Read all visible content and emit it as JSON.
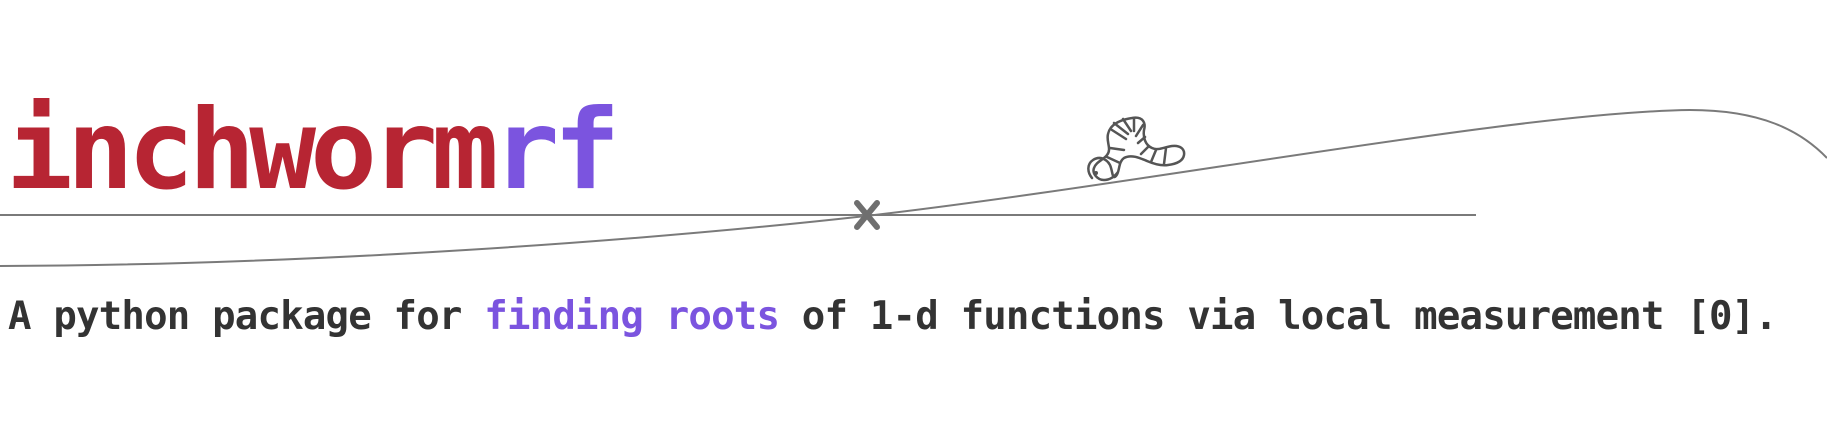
{
  "logo": {
    "name_part1": "inchworm",
    "name_part2": "rf",
    "icon": "inchworm-icon",
    "root_marker_icon": "x-mark-icon"
  },
  "tagline": {
    "prefix": "A python package for ",
    "highlight": "finding roots",
    "suffix": " of 1-d functions via local measurement [0]."
  },
  "colors": {
    "primary_red": "#b72533",
    "accent_purple": "#7b54df",
    "text_dark": "#333333",
    "line_gray": "#777777"
  }
}
